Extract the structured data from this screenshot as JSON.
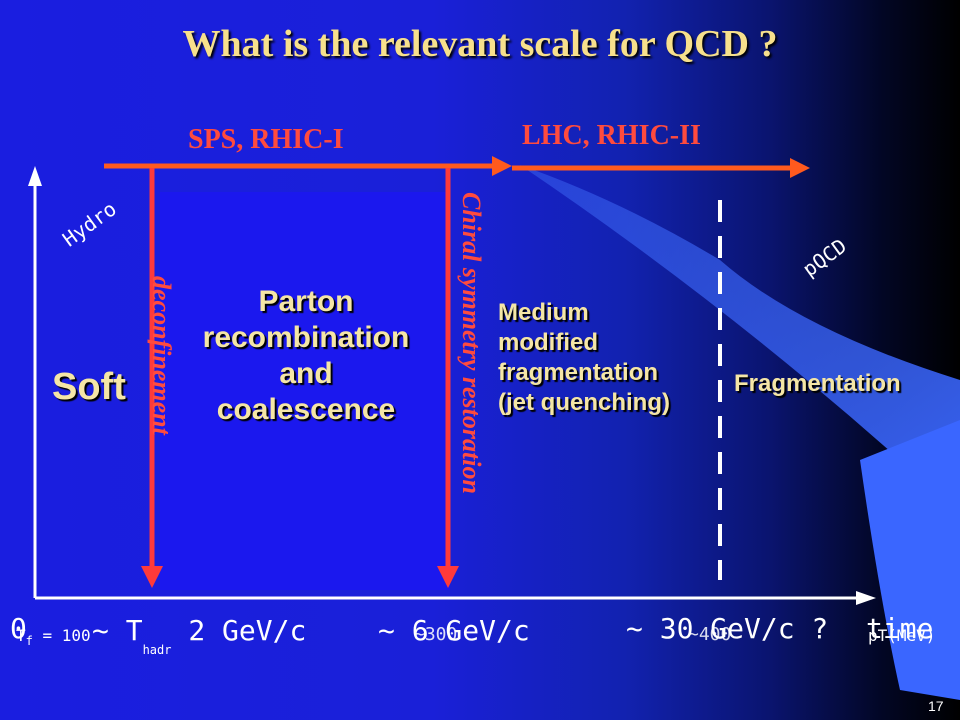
{
  "slide": {
    "title": "What is the relevant scale for QCD ?",
    "number": "17"
  },
  "regions": {
    "sps_rhic": "SPS, RHIC-I",
    "lhc_rhic": "LHC, RHIC-II",
    "hydro": "Hydro",
    "pqcd": "pQCD",
    "soft": "Soft",
    "parton": [
      "Parton",
      "recombination",
      "and",
      "coalescence"
    ],
    "deconfinement": "deconfinement",
    "chiral": "Chiral symmetry restoration",
    "medium": [
      "Medium",
      "modified",
      "fragmentation",
      "(jet quenching)"
    ],
    "fragmentation": "Fragmentation"
  },
  "axis": {
    "origin": "0",
    "tf": "T",
    "tf_sub": "f",
    "tf_rest": " = 100",
    "tc": "~ T",
    "tc_sub": "hadr",
    "tc_rest": " 2 GeV/c",
    "mid_overlap": "~ 6 GeV/c",
    "mid_under": "~300",
    "mid_under2": "c",
    "right_label": "~ 30 GeV/c ?",
    "right_under": "~400",
    "time_label": "time",
    "pt_label": "pT",
    "unit": "(MeV)"
  },
  "colors": {
    "accent": "#ff5a1e",
    "arrow_red": "#ff3a3a",
    "title": "#f7e08c"
  }
}
